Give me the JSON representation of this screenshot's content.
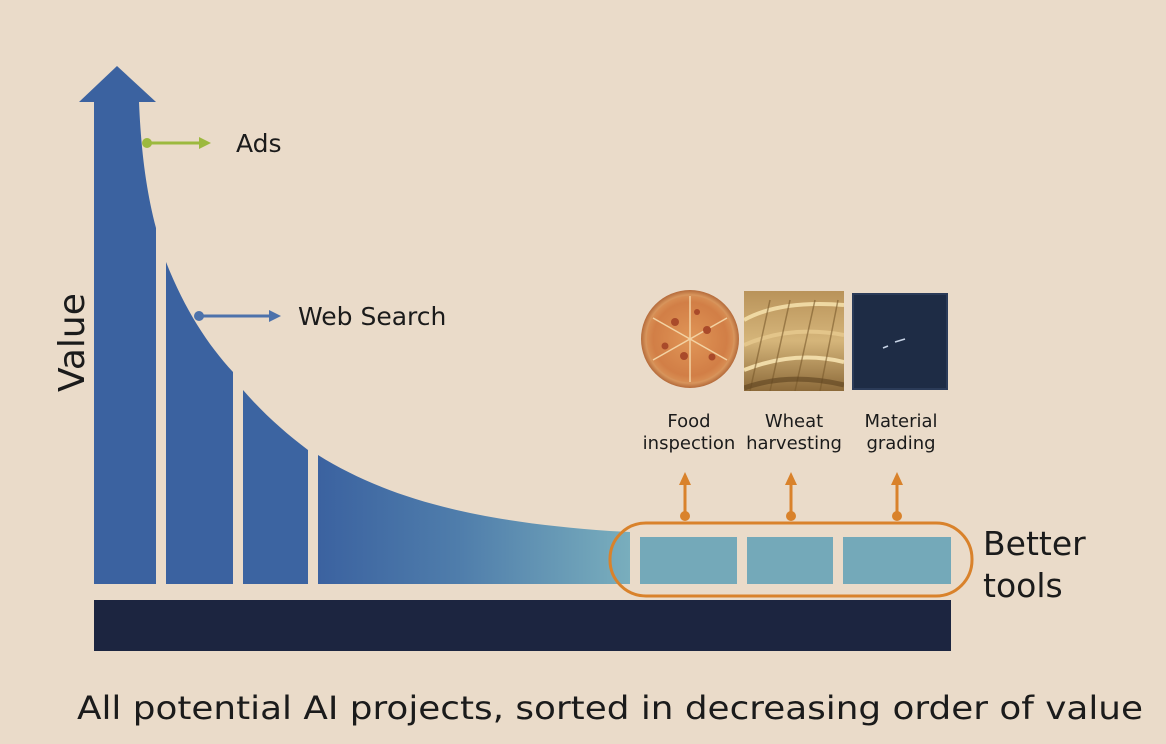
{
  "axis": {
    "ylabel": "Value",
    "caption": "All potential AI projects, sorted in decreasing order of value"
  },
  "callouts": {
    "ads": "Ads",
    "web_search": "Web Search"
  },
  "group": {
    "label_line1": "Better",
    "label_line2": "tools"
  },
  "examples": [
    {
      "line1": "Food",
      "line2": "inspection",
      "icon": "pizza-image"
    },
    {
      "line1": "Wheat",
      "line2": "harvesting",
      "icon": "wheat-field-image"
    },
    {
      "line1": "Material",
      "line2": "grading",
      "icon": "fabric-texture-image"
    }
  ],
  "colors": {
    "background": "#eadbc9",
    "bar_dark": "#3b62a0",
    "bar_light": "#6fa4b8",
    "base_band": "#1c2540",
    "ads_arrow": "#9cb93e",
    "web_search_arrow": "#4d72ab",
    "highlight": "#d9822b"
  }
}
